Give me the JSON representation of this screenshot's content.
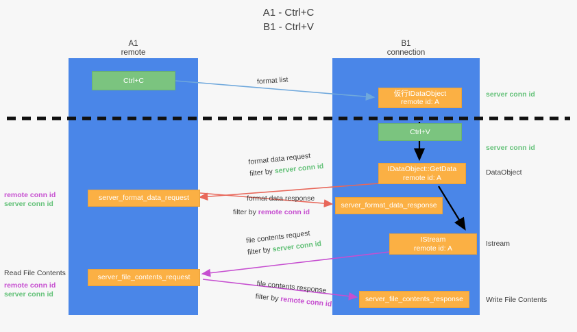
{
  "title": "A1 - Ctrl+C\nB1 - Ctrl+V",
  "colors": {
    "lane": "#4a86e8",
    "orange": "#fbb044",
    "green": "#7bc47f",
    "green_text": "#63c178",
    "magenta_text": "#c64fd0",
    "blue_arrow": "#6fa8dc",
    "red_arrow": "#e8675a",
    "black_arrow": "#000000",
    "background": "#f7f7f7"
  },
  "lanes": [
    {
      "name": "A1",
      "sub": "remote"
    },
    {
      "name": "B1",
      "sub": "connection"
    }
  ],
  "nodes": {
    "ctrl_c": "Ctrl+C",
    "ctrl_v": "Ctrl+V",
    "idataobject": "仮行IDataObject\nremote id: A",
    "getdata": "IDataObject::GetData\nremote id: A",
    "istream": "IStream\nremote id: A",
    "fmt_req": "server_format_data_request",
    "fmt_resp": "server_format_data_response",
    "file_req": "server_file_contents_request",
    "file_resp": "server_file_contents_response"
  },
  "edge_labels": {
    "format_list": "format list",
    "fmt_req_line1": "format data request",
    "fmt_req_filter": "filter by ",
    "fmt_req_filter_id": "server conn id",
    "fmt_resp_line1": "format data response",
    "fmt_resp_filter": "filter by ",
    "fmt_resp_filter_id": "remote conn id",
    "file_req_line1": "file contents request",
    "file_req_filter": "filter by ",
    "file_req_filter_id": "server conn id",
    "file_resp_line1": "file contents response",
    "file_resp_filter": "filter by ",
    "file_resp_filter_id": "remote conn id"
  },
  "left_labels": {
    "group1_remote": "remote conn id",
    "group1_server": "server conn id",
    "read_file_contents": "Read File Contents",
    "group2_remote": "remote conn id",
    "group2_server": "server conn id"
  },
  "right_labels": {
    "server_conn_id_top": "server conn id",
    "server_conn_id_second": "server conn id",
    "dataobject": "DataObject",
    "istream": "Istream",
    "write_file_contents": "Write File Contents"
  }
}
